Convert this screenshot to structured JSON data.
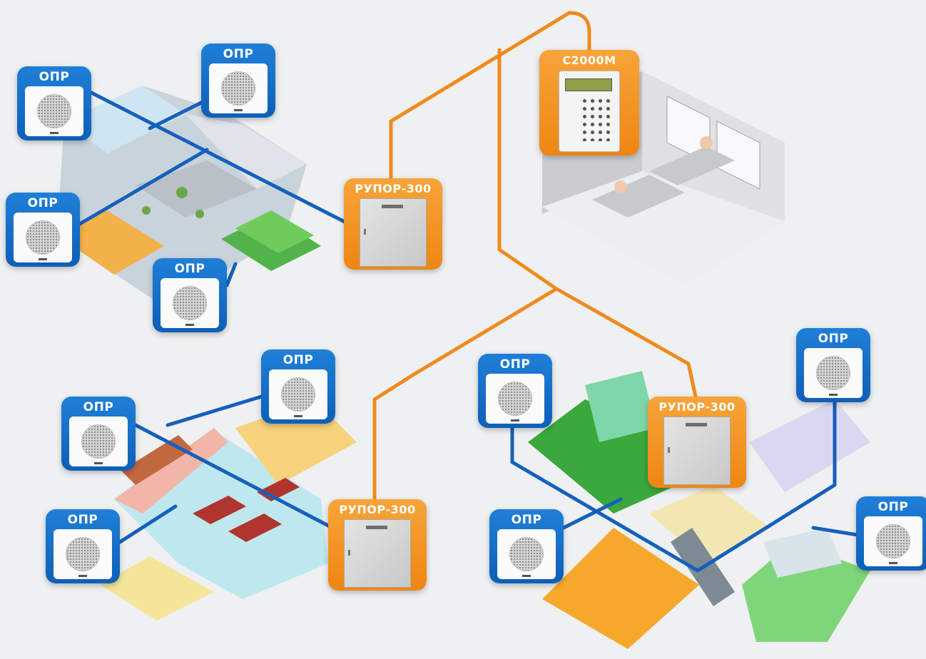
{
  "colors": {
    "background": "#eef0f1",
    "blue_line": "#1560bd",
    "orange_line": "#f08a1d",
    "opr_card": "#1a73cf",
    "device_card": "#f39a25"
  },
  "devices": {
    "c2000m": {
      "label": "С2000М",
      "icon": "control-panel-keypad-icon"
    },
    "rupor": [
      {
        "label": "РУПОР-300",
        "icon": "amplifier-cabinet-icon"
      },
      {
        "label": "РУПОР-300",
        "icon": "amplifier-cabinet-icon"
      },
      {
        "label": "РУПОР-300",
        "icon": "amplifier-cabinet-icon"
      }
    ]
  },
  "speakers": [
    {
      "label": "ОПР",
      "icon": "speaker-grille-icon"
    },
    {
      "label": "ОПР",
      "icon": "speaker-grille-icon"
    },
    {
      "label": "ОПР",
      "icon": "speaker-grille-icon"
    },
    {
      "label": "ОПР",
      "icon": "speaker-grille-icon"
    },
    {
      "label": "ОПР",
      "icon": "speaker-grille-icon"
    },
    {
      "label": "ОПР",
      "icon": "speaker-grille-icon"
    },
    {
      "label": "ОПР",
      "icon": "speaker-grille-icon"
    },
    {
      "label": "ОПР",
      "icon": "speaker-grille-icon"
    },
    {
      "label": "ОПР",
      "icon": "speaker-grille-icon"
    },
    {
      "label": "ОПР",
      "icon": "speaker-grille-icon"
    },
    {
      "label": "ОПР",
      "icon": "speaker-grille-icon"
    }
  ],
  "scenes": [
    {
      "name": "control-room",
      "icon": "operator-room-illustration"
    },
    {
      "name": "mall-atrium",
      "icon": "shopping-mall-floor-illustration"
    },
    {
      "name": "food-court",
      "icon": "food-court-floor-illustration"
    },
    {
      "name": "retail-floors",
      "icon": "retail-floors-illustration"
    }
  ]
}
